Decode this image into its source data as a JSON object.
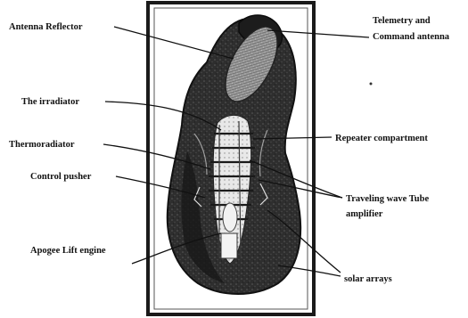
{
  "diagram": {
    "labels": {
      "antenna_reflector": "Antenna Reflector",
      "telemetry_line1": "Telemetry and",
      "telemetry_line2": "Command antenna",
      "irradiator": "The irradiator",
      "repeater": "Repeater compartment",
      "thermoradiator": "Thermoradiator",
      "control_pusher": "Control pusher",
      "twt_line1": "Traveling wave Tube",
      "twt_line2": "amplifier",
      "apogee": "Apogee Lift engine",
      "solar": "solar arrays"
    },
    "colors": {
      "frame": "#1a1a1a",
      "body": "#2b2b2b",
      "reflector": "#8a8a8a",
      "ink": "#111111"
    }
  }
}
